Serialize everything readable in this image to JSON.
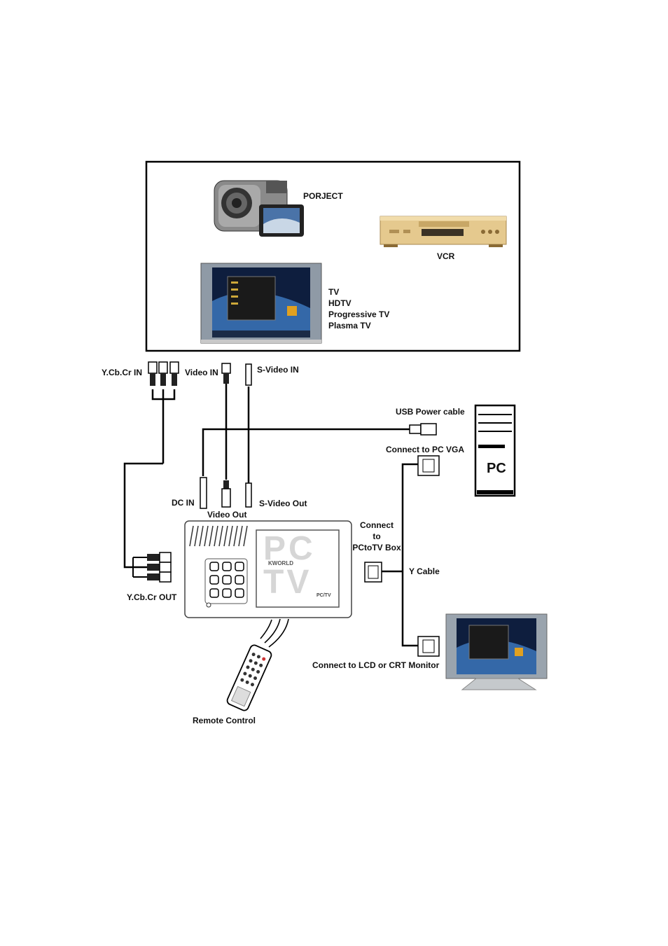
{
  "devices_box": {
    "camcorder_label": "PORJECT",
    "vcr_label": "VCR",
    "tv_labels": [
      "TV",
      "HDTV",
      "Progressive TV",
      "Plasma TV"
    ]
  },
  "connectors": {
    "ycbcr_in": "Y.Cb.Cr IN",
    "video_in": "Video IN",
    "svideo_in": "S-Video IN",
    "usb_power": "USB Power cable",
    "connect_pc_vga": "Connect to PC VGA",
    "dc_in": "DC IN",
    "video_out": "Video Out",
    "svideo_out": "S-Video Out",
    "connect_box": [
      "Connect",
      "to",
      "PCtoTV Box"
    ],
    "y_cable": "Y Cable",
    "ycbcr_out": "Y.Cb.Cr OUT",
    "connect_monitor": "Connect to LCD or CRT Monitor",
    "remote": "Remote Control"
  },
  "pc_label": "PC",
  "box": {
    "brand": "KWORLD",
    "logo_top": "PC",
    "logo_bottom": "TV",
    "model": "PC/TV"
  }
}
